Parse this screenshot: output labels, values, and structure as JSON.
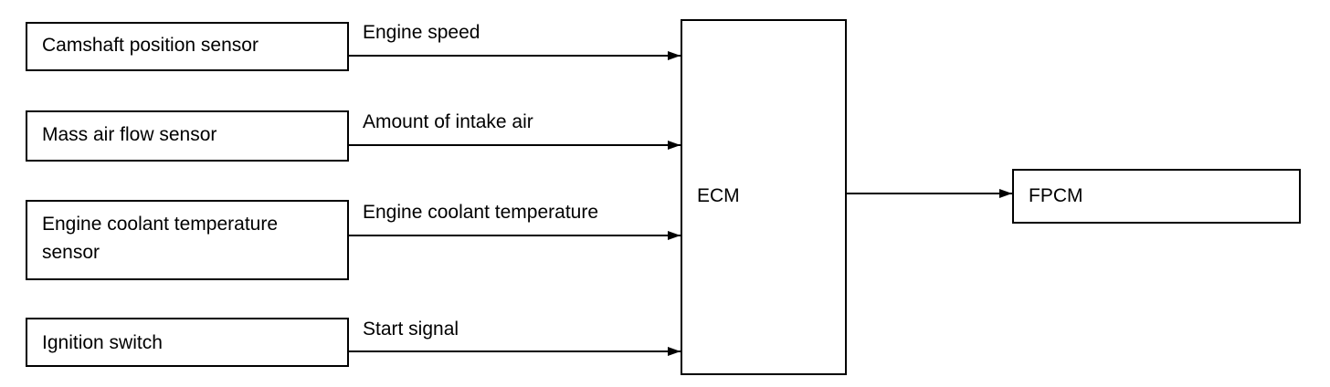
{
  "inputs": [
    {
      "label": "Camshaft position sensor",
      "signal": "Engine speed"
    },
    {
      "label": "Mass air flow sensor",
      "signal": "Amount of intake air"
    },
    {
      "label": "Engine coolant temperature\nsensor",
      "signal": "Engine coolant temperature"
    },
    {
      "label": "Ignition switch",
      "signal": "Start signal"
    }
  ],
  "ecm": {
    "label": "ECM"
  },
  "fpcm": {
    "label": "FPCM"
  }
}
